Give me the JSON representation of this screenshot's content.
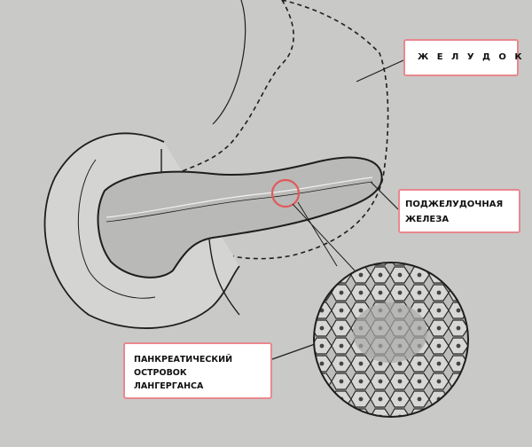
{
  "labels": {
    "stomach": "Ж Е Л У Д О К",
    "pancreas": [
      "ПОДЖЕЛУДОЧНАЯ",
      "ЖЕЛЕЗА"
    ],
    "islet": [
      "ПАНКРЕАТИЧЕСКИЙ",
      "ОСТРОВОК",
      "ЛАНГЕРГАНСА"
    ]
  },
  "colors": {
    "paper": "#c9c9c7",
    "ink": "#1e1e1e",
    "highlight": "#e05a5a",
    "label_border": "#e8888f"
  }
}
